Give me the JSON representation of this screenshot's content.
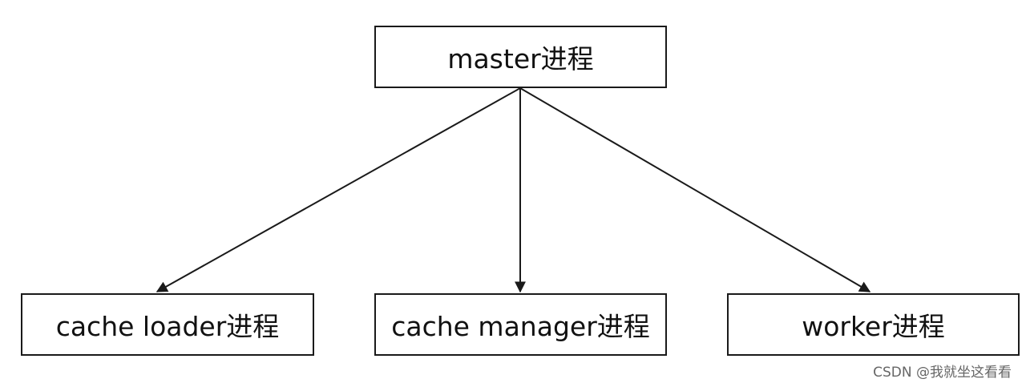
{
  "diagram": {
    "nodes": {
      "master": "master进程",
      "cache_loader": "cache loader进程",
      "cache_manager": "cache manager进程",
      "worker": "worker进程"
    },
    "edges": [
      {
        "from": "master",
        "to": "cache_loader"
      },
      {
        "from": "master",
        "to": "cache_manager"
      },
      {
        "from": "master",
        "to": "worker"
      }
    ]
  },
  "watermark": "CSDN @我就坐这看看",
  "colors": {
    "line": "#1a1a1a",
    "background": "#ffffff"
  }
}
